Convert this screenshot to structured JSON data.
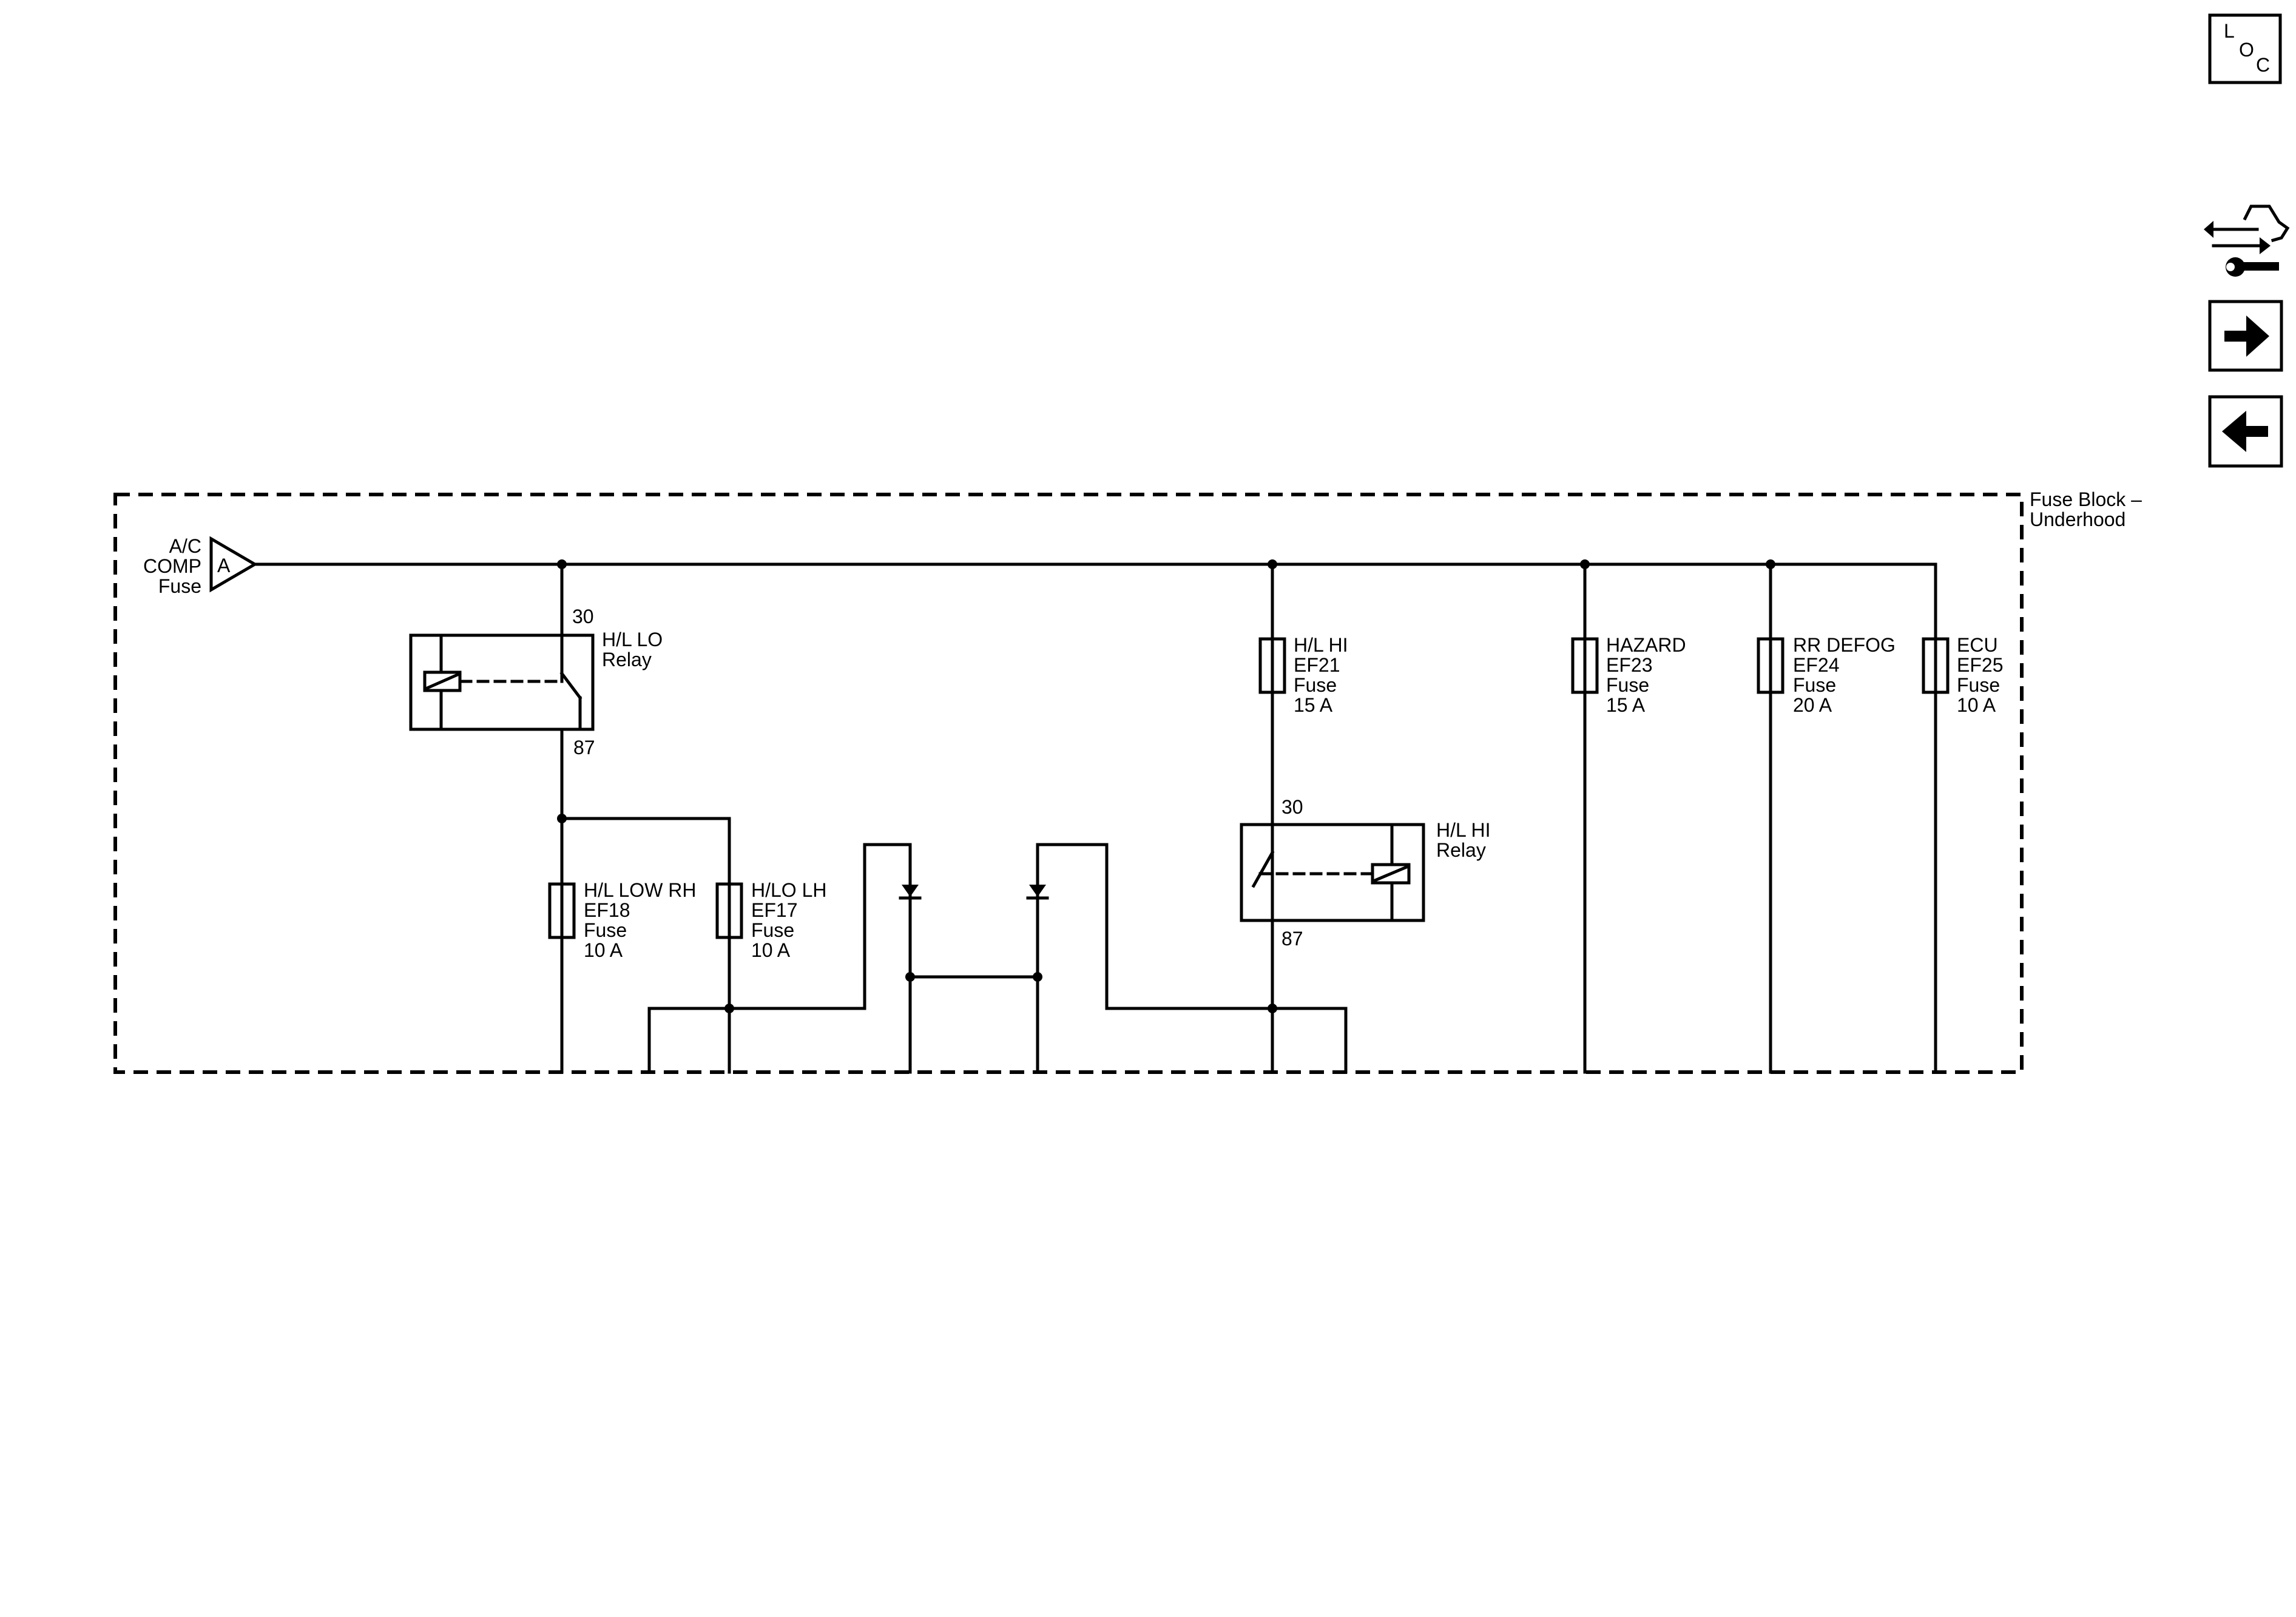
{
  "fuse_block": {
    "label_line1": "Fuse Block –",
    "label_line2": "Underhood"
  },
  "source_connector": {
    "line1": "A/C",
    "line2": "COMP",
    "line3": "Fuse",
    "pin": "A"
  },
  "hl_lo_relay": {
    "name": "H/L LO",
    "type": "Relay",
    "pin_in": "30",
    "pin_out": "87"
  },
  "hl_hi_relay": {
    "name": "H/L HI",
    "type": "Relay",
    "pin_in": "30",
    "pin_out": "87"
  },
  "fuses": [
    {
      "name": "H/L LOW RH",
      "id": "EF18",
      "type": "Fuse",
      "rating": "10 A"
    },
    {
      "name": "H/LO LH",
      "id": "EF17",
      "type": "Fuse",
      "rating": "10 A"
    },
    {
      "name": "H/L HI",
      "id": "EF21",
      "type": "Fuse",
      "rating": "15 A"
    },
    {
      "name": "HAZARD",
      "id": "EF23",
      "type": "Fuse",
      "rating": "15 A"
    },
    {
      "name": "RR DEFOG",
      "id": "EF24",
      "type": "Fuse",
      "rating": "20 A"
    },
    {
      "name": "ECU",
      "id": "EF25",
      "type": "Fuse",
      "rating": "10 A"
    }
  ],
  "nav": {
    "loc_button": {
      "l": "L",
      "o": "O",
      "c": "C",
      "icon": "location-icon"
    },
    "connector_tool_icon": "wrench-arrows-icon",
    "next_icon": "arrow-right-icon",
    "prev_icon": "arrow-left-icon"
  }
}
